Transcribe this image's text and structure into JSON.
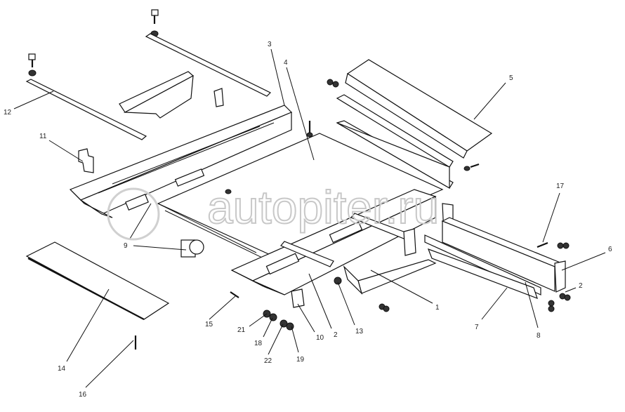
{
  "diagram": {
    "title": "Exploded parts view",
    "watermark": "autopiter.ru",
    "callouts": [
      "1",
      "2",
      "3",
      "4",
      "5",
      "6",
      "7",
      "8",
      "9",
      "10",
      "11",
      "12",
      "13",
      "14",
      "15",
      "16",
      "17",
      "18",
      "19",
      "21",
      "22",
      "2"
    ]
  }
}
